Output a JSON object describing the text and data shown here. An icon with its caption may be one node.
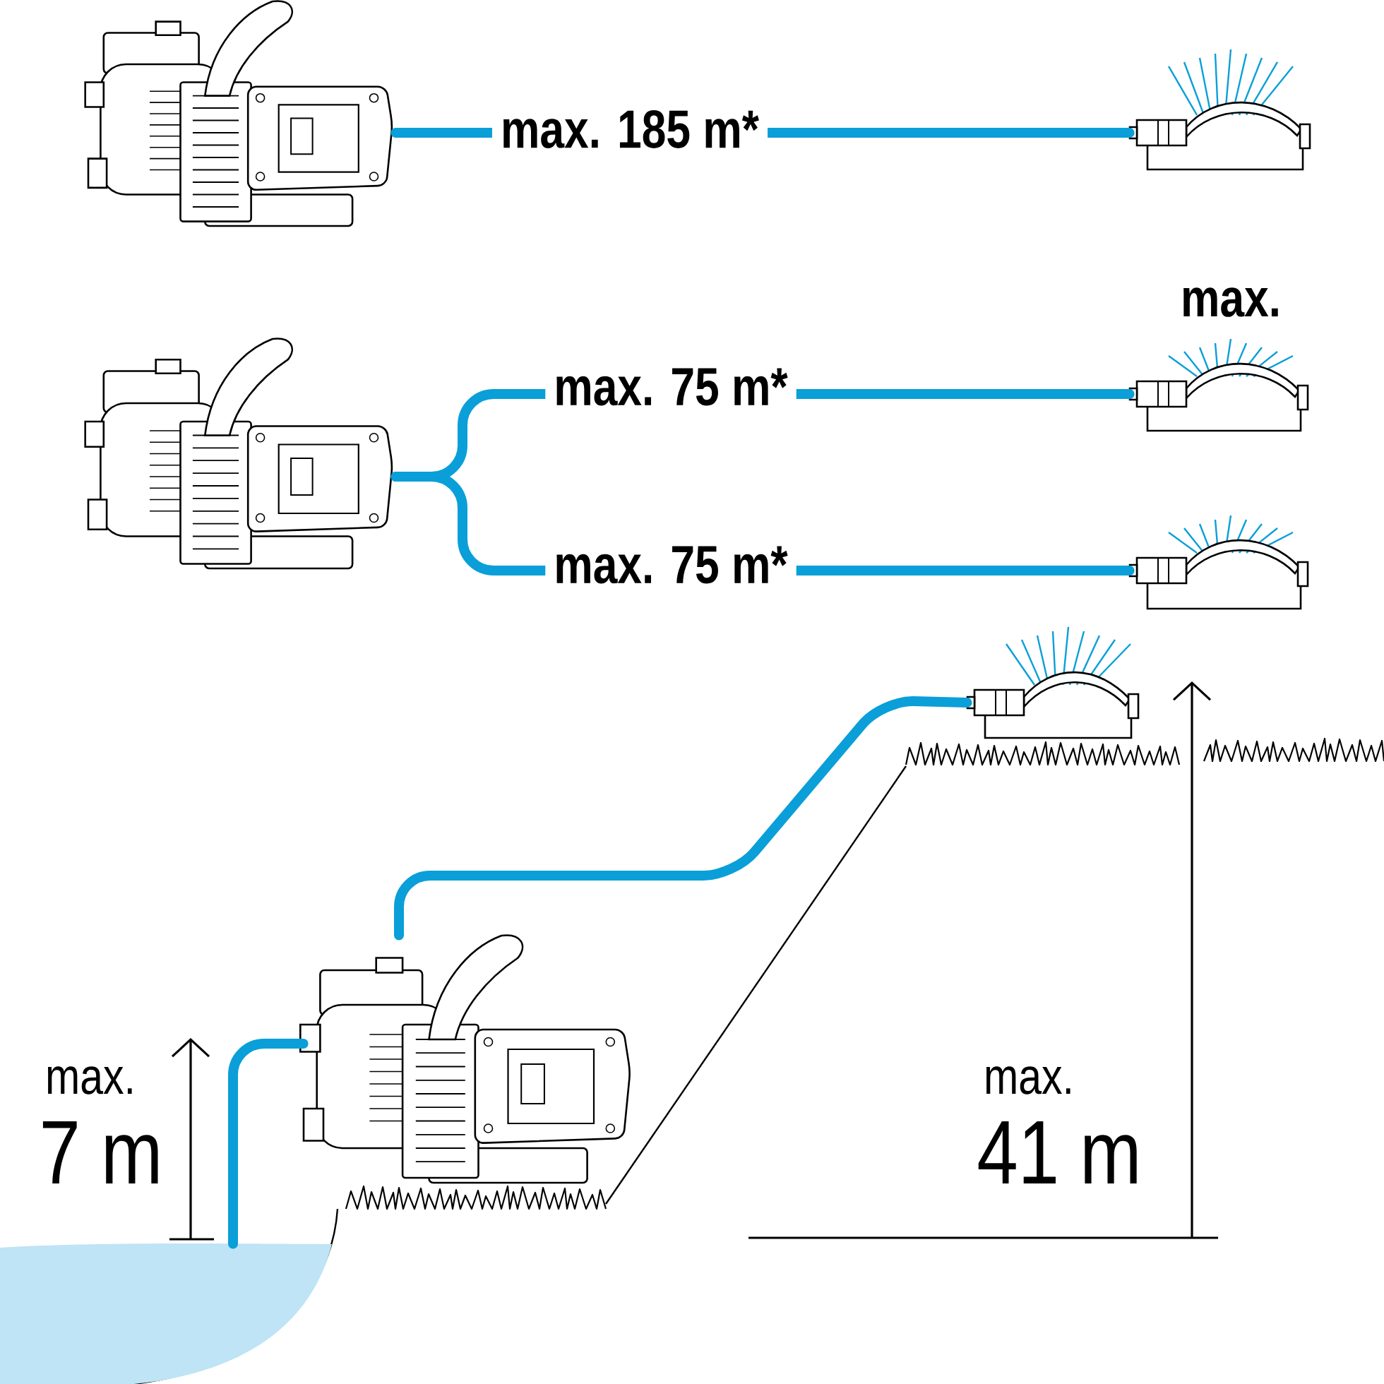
{
  "diagram": {
    "nodes": [
      {
        "text": [],
        "shape": "picture"
      },
      {
        "text": [],
        "shape": "picture"
      },
      {
        "text": [],
        "shape": "picture"
      },
      {
        "text": [],
        "shape": "picture"
      },
      {
        "text": [],
        "shape": "picture"
      },
      {
        "text": [],
        "shape": "picture"
      },
      {
        "text": [],
        "shape": "picture"
      },
      {
        "text": [],
        "shape": "picture"
      }
    ],
    "edges": [
      {
        "from": 0,
        "to": 1,
        "arrow": "none",
        "label": "max. 185 m*"
      },
      {
        "from": 2,
        "to": 3,
        "arrow": "none",
        "label": "max. 75 m*"
      },
      {
        "from": 2,
        "to": 4,
        "arrow": "none",
        "label": "max. 75 m*"
      },
      {
        "from": 6,
        "to": 5,
        "arrow": "none"
      },
      {
        "from": 7,
        "to": 6,
        "arrow": "none"
      }
    ],
    "labels": [
      "max.",
      "max.",
      "7 m",
      "max.",
      "41 m"
    ]
  }
}
